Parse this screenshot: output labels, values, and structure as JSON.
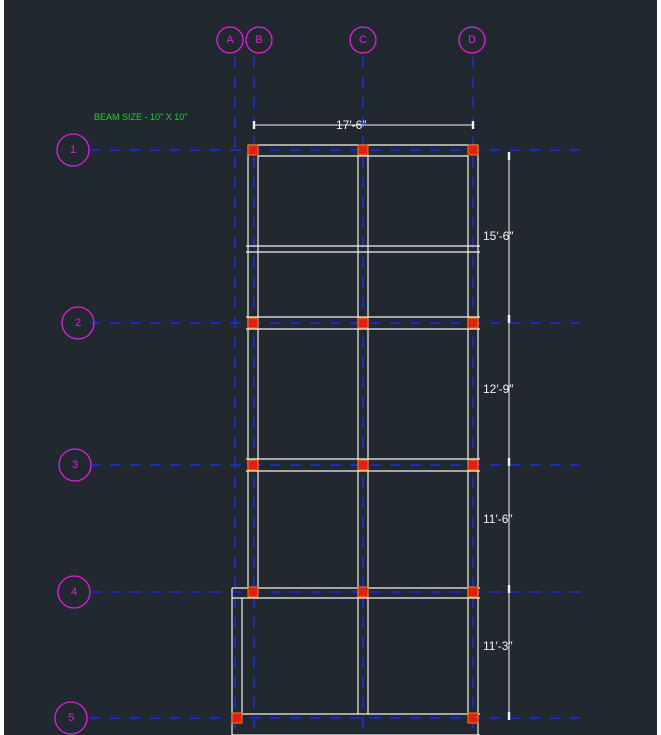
{
  "note": {
    "text": "BEAM SIZE - 10\" X 10\"",
    "color": "#22d12a"
  },
  "colors": {
    "background": "#212830",
    "grid_line": "#1a2fe0",
    "grid_bubble": "#e21ee0",
    "beam": "#f2f2f2",
    "column": "#e02010"
  },
  "grid_columns": [
    {
      "label": "A"
    },
    {
      "label": "B"
    },
    {
      "label": "C"
    },
    {
      "label": "D"
    }
  ],
  "grid_rows": [
    {
      "label": "1"
    },
    {
      "label": "2"
    },
    {
      "label": "3"
    },
    {
      "label": "4"
    },
    {
      "label": "5"
    }
  ],
  "dimensions": {
    "horizontal": {
      "text": "17′-6″"
    },
    "vertical": [
      {
        "text": "15′-6″"
      },
      {
        "text": "12′-9″"
      },
      {
        "text": "11′-6″"
      },
      {
        "text": "11′-3″"
      }
    ]
  }
}
